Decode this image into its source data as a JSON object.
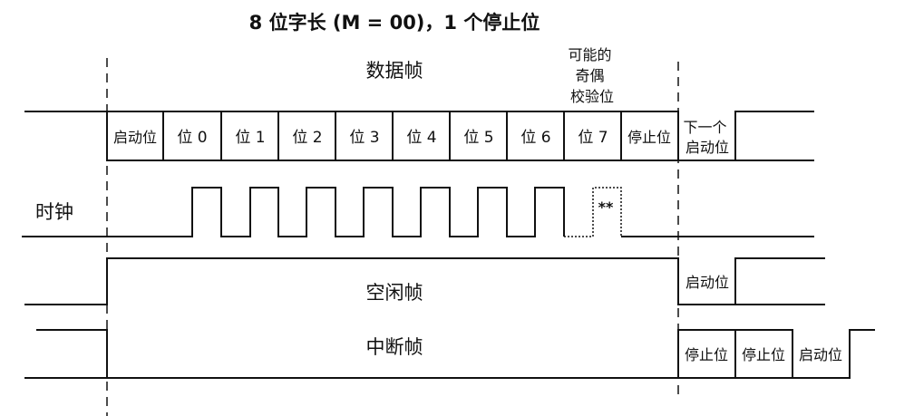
{
  "title": "8 位字长 (M = 00)，1 个停止位",
  "data_frame": {
    "label": "数据帧",
    "parity_note": [
      "可能的",
      "奇偶",
      "校验位"
    ],
    "cells": [
      "启动位",
      "位 0",
      "位 1",
      "位 2",
      "位 3",
      "位 4",
      "位 5",
      "位 6",
      "位 7",
      "停止位"
    ],
    "next_start": [
      "下一个",
      "启动位"
    ]
  },
  "clock": {
    "label": "时钟",
    "optional_mark": "**"
  },
  "idle_frame": {
    "label": "空闲帧",
    "start_bit": "启动位"
  },
  "break_frame": {
    "label": "中断帧",
    "cells": [
      "停止位",
      "停止位",
      "启动位"
    ]
  }
}
